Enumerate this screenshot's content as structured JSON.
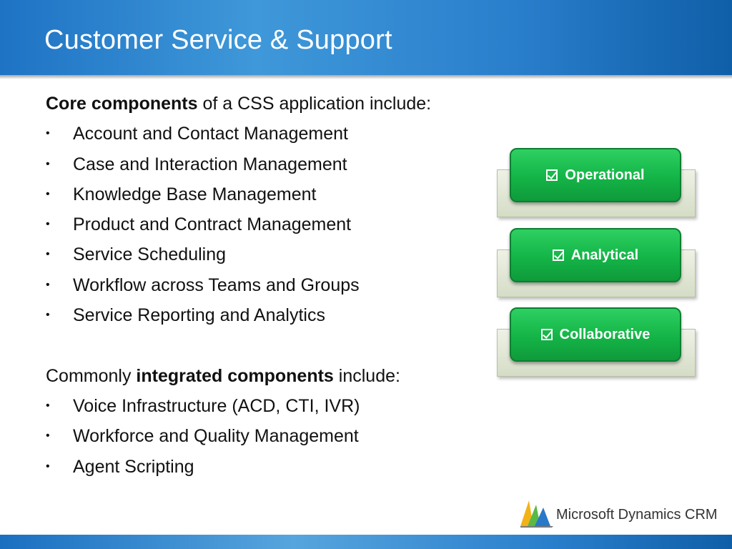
{
  "slide": {
    "title": "Customer Service & Support"
  },
  "core": {
    "intro_bold": "Core components",
    "intro_rest": " of a CSS application include:",
    "items": [
      "Account and Contact Management",
      "Case and Interaction Management",
      "Knowledge Base Management",
      "Product and Contract Management",
      "Service Scheduling",
      "Workflow across Teams and Groups",
      "Service Reporting and Analytics"
    ]
  },
  "integrated": {
    "intro_pre": "Commonly ",
    "intro_bold": "integrated components",
    "intro_post": " include:",
    "items": [
      "Voice Infrastructure (ACD, CTI, IVR)",
      "Workforce and Quality Management",
      "Agent Scripting"
    ]
  },
  "bullet_glyph": "•",
  "cards": [
    {
      "label": "Operational",
      "icon": "checkbox-icon"
    },
    {
      "label": "Analytical",
      "icon": "checkbox-icon"
    },
    {
      "label": "Collaborative",
      "icon": "checkbox-icon"
    }
  ],
  "logo": {
    "brand_text": "Microsoft Dynamics CRM"
  },
  "colors": {
    "header_blue": "#2a7fcc",
    "card_green": "#14b447",
    "card_plate": "#d5dcc6"
  }
}
